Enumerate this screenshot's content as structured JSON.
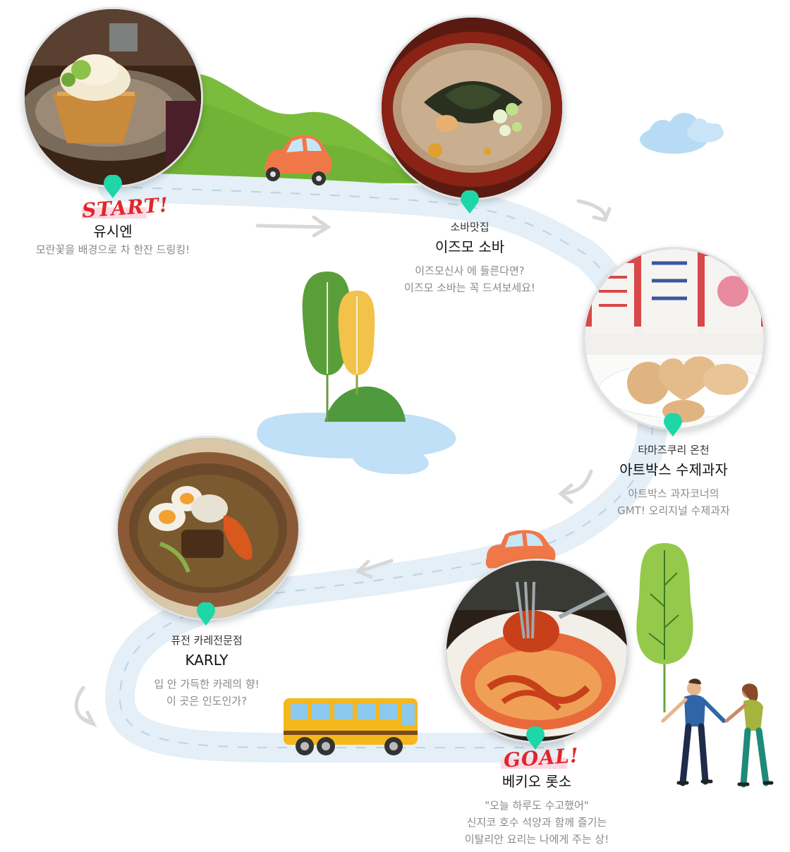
{
  "stops": [
    {
      "id": "start",
      "badge": "START!",
      "category": "",
      "name": "유시엔",
      "desc": [
        "모란꽃을 배경으로 차 한잔 드링킹!"
      ],
      "photo_icon": "ice-cream-photo"
    },
    {
      "id": "izumo",
      "category": "소바맛집",
      "name": "이즈모 소바",
      "desc": [
        "이즈모신사 에 들른다면?",
        "이즈모 소바는 꼭 드셔보세요!"
      ],
      "photo_icon": "soba-photo"
    },
    {
      "id": "tamatsukuri",
      "category": "타마즈쿠리 온천",
      "name": "아트박스 수제과자",
      "desc": [
        "아트박스 과자코너의",
        "GMT! 오리지널 수제과자"
      ],
      "photo_icon": "cookies-photo"
    },
    {
      "id": "karly",
      "category": "퓨전 카레전문점",
      "name": "KARLY",
      "desc": [
        "입 안 가득한 카레의 향!",
        "이 곳은 인도인가?"
      ],
      "photo_icon": "curry-photo"
    },
    {
      "id": "goal",
      "badge": "GOAL!",
      "category": "",
      "name": "베키오 롯소",
      "desc": [
        "\"오늘 하루도 수고했어\"",
        "신지코 호수 석양과 함께 즐기는",
        "이탈리안 요리는 나에게 주는 상!"
      ],
      "photo_icon": "pasta-photo"
    }
  ],
  "colors": {
    "road": "#e4eff7",
    "road_dash": "#b8d4e6",
    "pin": "#1ed6a8",
    "badge": "#e0262b",
    "hill": "#7cbc3c",
    "car": "#f07848",
    "bus": "#f5b81c",
    "lake": "#bfe0f6",
    "tree_green": "#5a9e3a",
    "tree_yellow": "#f2c24a",
    "tree_light": "#94c94c"
  },
  "icons": [
    "car-icon",
    "bus-icon",
    "cloud-icon",
    "tree-icon",
    "lake-icon",
    "couple-illustration",
    "arrow-icon",
    "map-pin-icon"
  ]
}
